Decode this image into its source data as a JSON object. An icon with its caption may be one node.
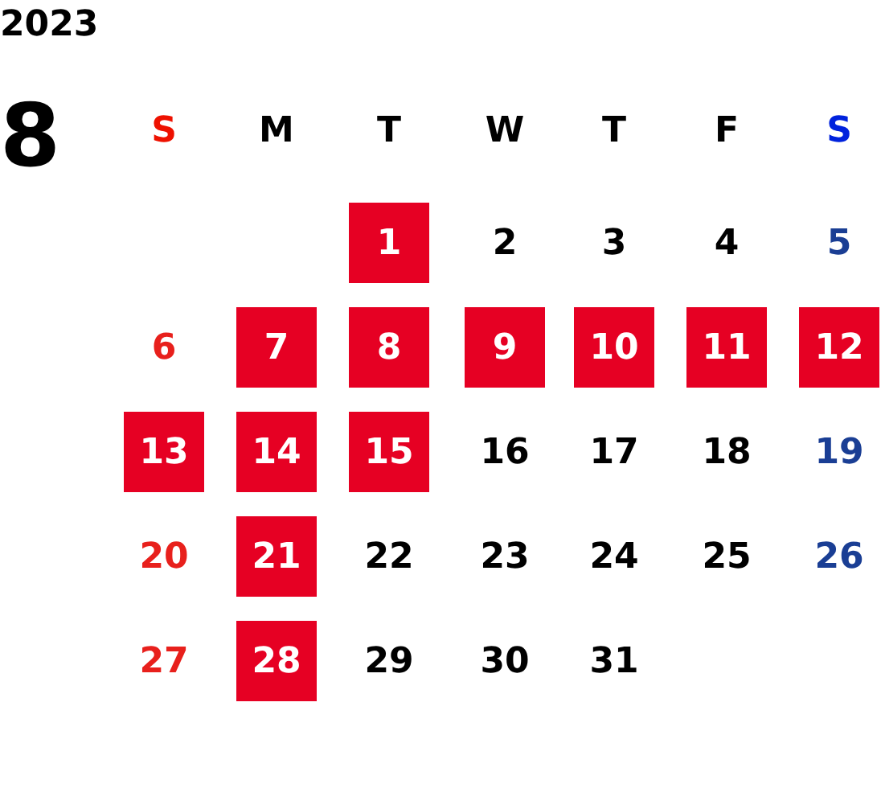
{
  "diagram": {
    "title": "2023",
    "nodes": [
      {
        "text": [
          "1"
        ]
      },
      {
        "text": [
          "7"
        ]
      },
      {
        "text": [
          "8"
        ]
      },
      {
        "text": [
          "9"
        ]
      },
      {
        "text": [
          "10"
        ]
      },
      {
        "text": [
          "11"
        ]
      },
      {
        "text": [
          "12"
        ]
      },
      {
        "text": [
          "13"
        ]
      },
      {
        "text": [
          "14"
        ]
      },
      {
        "text": [
          "15"
        ]
      },
      {
        "text": [
          "21"
        ]
      },
      {
        "text": [
          "28"
        ]
      }
    ],
    "labels": [
      "8",
      "S",
      "M",
      "T",
      "W",
      "T",
      "F",
      "S",
      "2",
      "3",
      "4",
      "5",
      "6",
      "16",
      "17",
      "18",
      "19",
      "20",
      "22",
      "23",
      "24",
      "25",
      "26",
      "27",
      "29",
      "30",
      "31"
    ]
  }
}
